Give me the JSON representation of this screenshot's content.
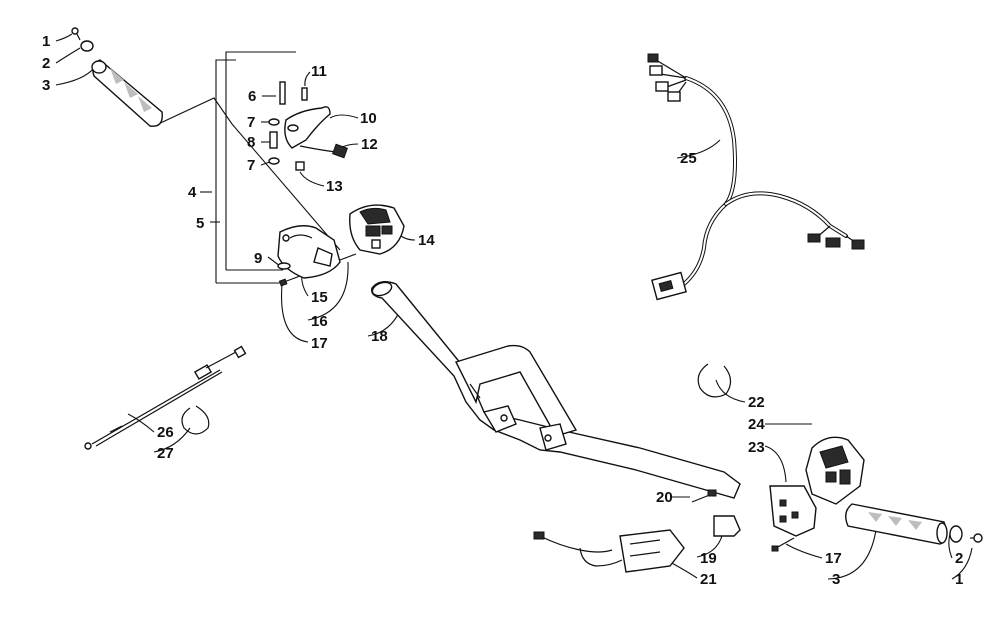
{
  "callouts": [
    "1",
    "2",
    "3",
    "4",
    "5",
    "6",
    "7",
    "8",
    "7",
    "9",
    "10",
    "11",
    "12",
    "13",
    "14",
    "15",
    "16",
    "17",
    "18",
    "19",
    "20",
    "21",
    "22",
    "23",
    "24",
    "25",
    "26",
    "27",
    "17",
    "3",
    "2",
    "1"
  ]
}
